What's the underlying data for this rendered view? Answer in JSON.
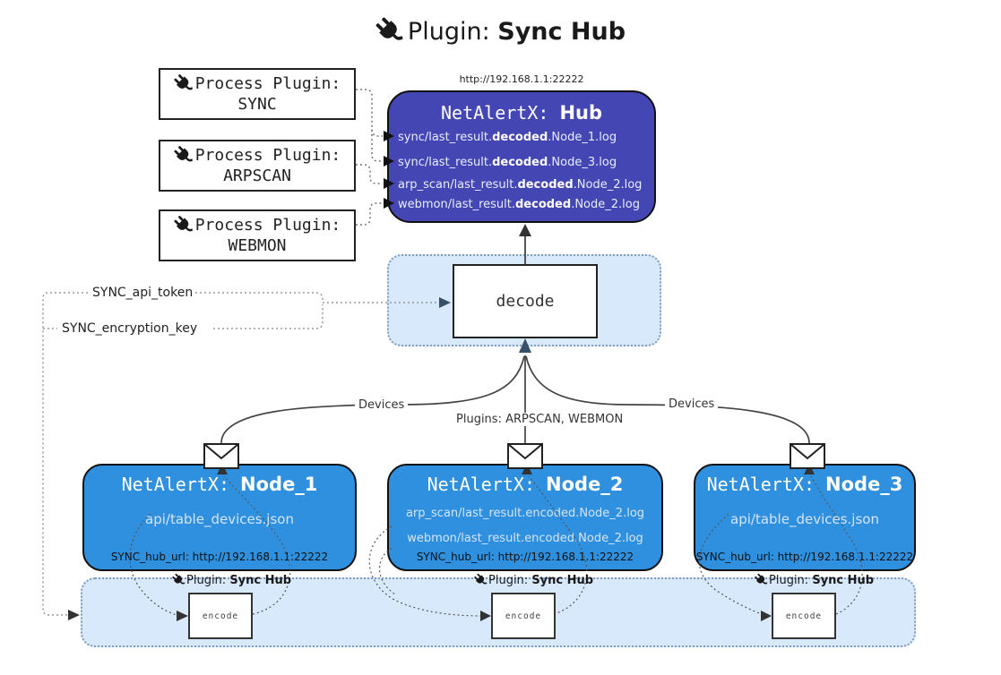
{
  "title": {
    "prefix": "Plugin: ",
    "name": "Sync Hub"
  },
  "process_plugins": [
    {
      "label": "Process Plugin:",
      "name": "SYNC"
    },
    {
      "label": "Process Plugin:",
      "name": "ARPSCAN"
    },
    {
      "label": "Process Plugin:",
      "name": "WEBMON"
    }
  ],
  "hub": {
    "url": "http://192.168.1.1:22222",
    "title_prefix": "NetAlertX: ",
    "title_name": "Hub",
    "lines": [
      {
        "pre": "sync/last_result.",
        "bold": "decoded",
        "post": ".Node_1.log"
      },
      {
        "pre": "sync/last_result.",
        "bold": "decoded",
        "post": ".Node_3.log"
      },
      {
        "pre": "arp_scan/last_result.",
        "bold": "decoded",
        "post": ".Node_2.log"
      },
      {
        "pre": "webmon/last_result.",
        "bold": "decoded",
        "post": ".Node_2.log"
      }
    ]
  },
  "decode": {
    "label": "decode"
  },
  "tokens": {
    "api_token": "SYNC_api_token",
    "encryption_key": "SYNC_encryption_key"
  },
  "edges": {
    "devices_left": "Devices",
    "devices_right": "Devices",
    "plugins_between": "Plugins: ARPSCAN, WEBMON"
  },
  "nodes": [
    {
      "title_prefix": "NetAlertX: ",
      "title_name": "Node_1",
      "lines": [
        "api/table_devices.json"
      ],
      "hub_url": "SYNC_hub_url: http://192.168.1.1:22222"
    },
    {
      "title_prefix": "NetAlertX: ",
      "title_name": "Node_2",
      "lines": [
        "arp_scan/last_result.encoded.Node_2.log",
        "webmon/last_result.encoded.Node_2.log"
      ],
      "hub_url": "SYNC_hub_url: http://192.168.1.1:22222"
    },
    {
      "title_prefix": "NetAlertX: ",
      "title_name": "Node_3",
      "lines": [
        "api/table_devices.json"
      ],
      "hub_url": "SYNC_hub_url: http://192.168.1.1:22222"
    }
  ],
  "bottom": {
    "plugin_prefix": "Plugin: ",
    "plugin_name": "Sync Hub",
    "encode": "encode"
  },
  "colors": {
    "hub": "#4446b4",
    "node": "#2e90de",
    "panel": "#d8e9fc",
    "panel_border": "#7d9cc0",
    "ink": "#1a1a1a"
  }
}
